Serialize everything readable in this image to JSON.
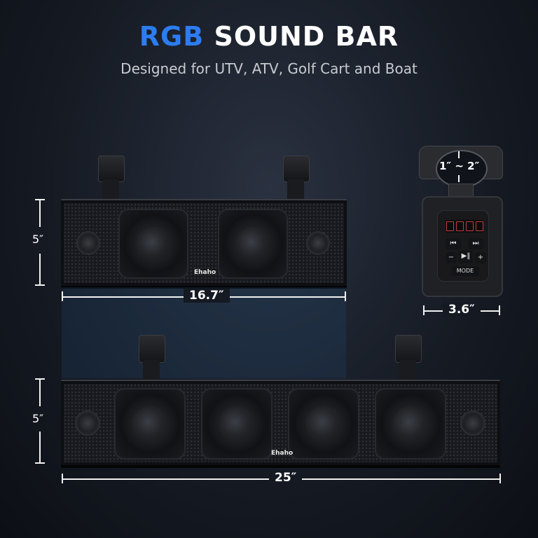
{
  "header": {
    "title_accent": "RGB",
    "title_main": "SOUND BAR",
    "subtitle": "Designed for UTV, ATV, Golf Cart and Boat"
  },
  "small_bar": {
    "brand": "Ehaho",
    "height_label": "5″",
    "width_label": "16.7″"
  },
  "large_bar": {
    "brand": "Ehaho",
    "height_label": "5″",
    "width_label": "25″"
  },
  "controller": {
    "clamp_range_label": "1″ ~ 2″",
    "width_label": "3.6″",
    "buttons": {
      "prev": "⏮",
      "next": "⏭",
      "minus": "−",
      "play_pause": "▶‖",
      "plus": "+",
      "mode": "MODE"
    }
  },
  "colors": {
    "accent": "#2d7cf0",
    "background": "#161b24"
  }
}
